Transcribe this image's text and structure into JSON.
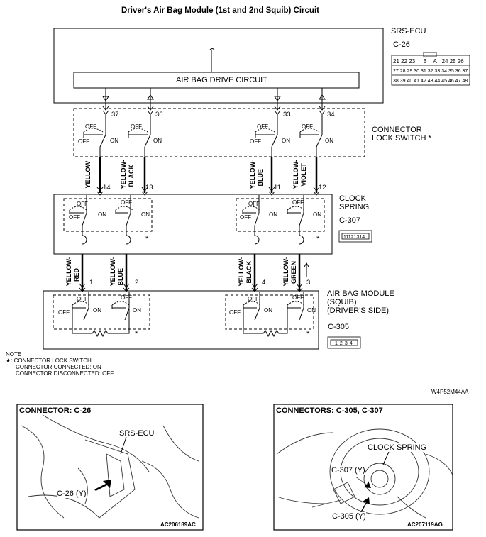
{
  "title": "Driver's Air Bag Module (1st and 2nd Squib) Circuit",
  "ecu": {
    "name": "SRS-ECU",
    "connector": "C-26",
    "drive_circuit": "AIR BAG DRIVE CIRCUIT",
    "pin_grid": {
      "row1": [
        "21",
        "22",
        "23",
        "B",
        "A",
        "24",
        "25",
        "26"
      ],
      "row2": [
        "27",
        "28",
        "29",
        "30",
        "31",
        "32",
        "33",
        "34",
        "35",
        "36",
        "37"
      ],
      "row3": [
        "38",
        "39",
        "40",
        "41",
        "42",
        "43",
        "44",
        "45",
        "46",
        "47",
        "48"
      ]
    },
    "pins": [
      "37",
      "36",
      "33",
      "34"
    ]
  },
  "connector_lock": {
    "label_line1": "CONNECTOR",
    "label_line2": "LOCK SWITCH",
    "star": "*"
  },
  "switch": {
    "off": "OFF",
    "on": "ON"
  },
  "wires_top": [
    {
      "color1": "YELLOW",
      "color2": "",
      "pin": "14"
    },
    {
      "color1": "YELLOW-",
      "color2": "BLACK",
      "pin": "13"
    },
    {
      "color1": "YELLOW-",
      "color2": "BLUE",
      "pin": "11"
    },
    {
      "color1": "YELLOW-",
      "color2": "VIOLET",
      "pin": "12"
    }
  ],
  "clock_spring": {
    "label_line1": "CLOCK",
    "label_line2": "SPRING",
    "connector": "C-307",
    "pins": [
      "11",
      "12",
      "13",
      "14"
    ],
    "star": "*"
  },
  "wires_bottom": [
    {
      "color1": "YELLOW-",
      "color2": "RED",
      "pin": "1"
    },
    {
      "color1": "YELLOW-",
      "color2": "BLUE",
      "pin": "2"
    },
    {
      "color1": "YELLOW-",
      "color2": "BLACK",
      "pin": "4"
    },
    {
      "color1": "YELLOW-",
      "color2": "GREEN",
      "pin": "3"
    }
  ],
  "airbag_module": {
    "label_line1": "AIR BAG MODULE",
    "label_line2": "(SQUIB)",
    "label_line3": "(DRIVER'S SIDE)",
    "connector": "C-305",
    "pins": [
      "1",
      "2",
      "3",
      "4"
    ],
    "star": "*"
  },
  "note": {
    "heading": "NOTE",
    "line1": "★: CONNECTOR LOCK SWITCH",
    "line2": "CONNECTOR CONNECTED: ON",
    "line3": "CONNECTOR DISCONNECTED: OFF"
  },
  "diagram_code": "W4P52M44AA",
  "panel_left": {
    "heading": "CONNECTOR: C-26",
    "label_ecu": "SRS-ECU",
    "label_conn": "C-26 (Y)",
    "code": "AC206189AC"
  },
  "panel_right": {
    "heading": "CONNECTORS: C-305, C-307",
    "label_clock": "CLOCK SPRING",
    "label_c307": "C-307 (Y)",
    "label_c305": "C-305 (Y)",
    "code": "AC207119AG"
  }
}
